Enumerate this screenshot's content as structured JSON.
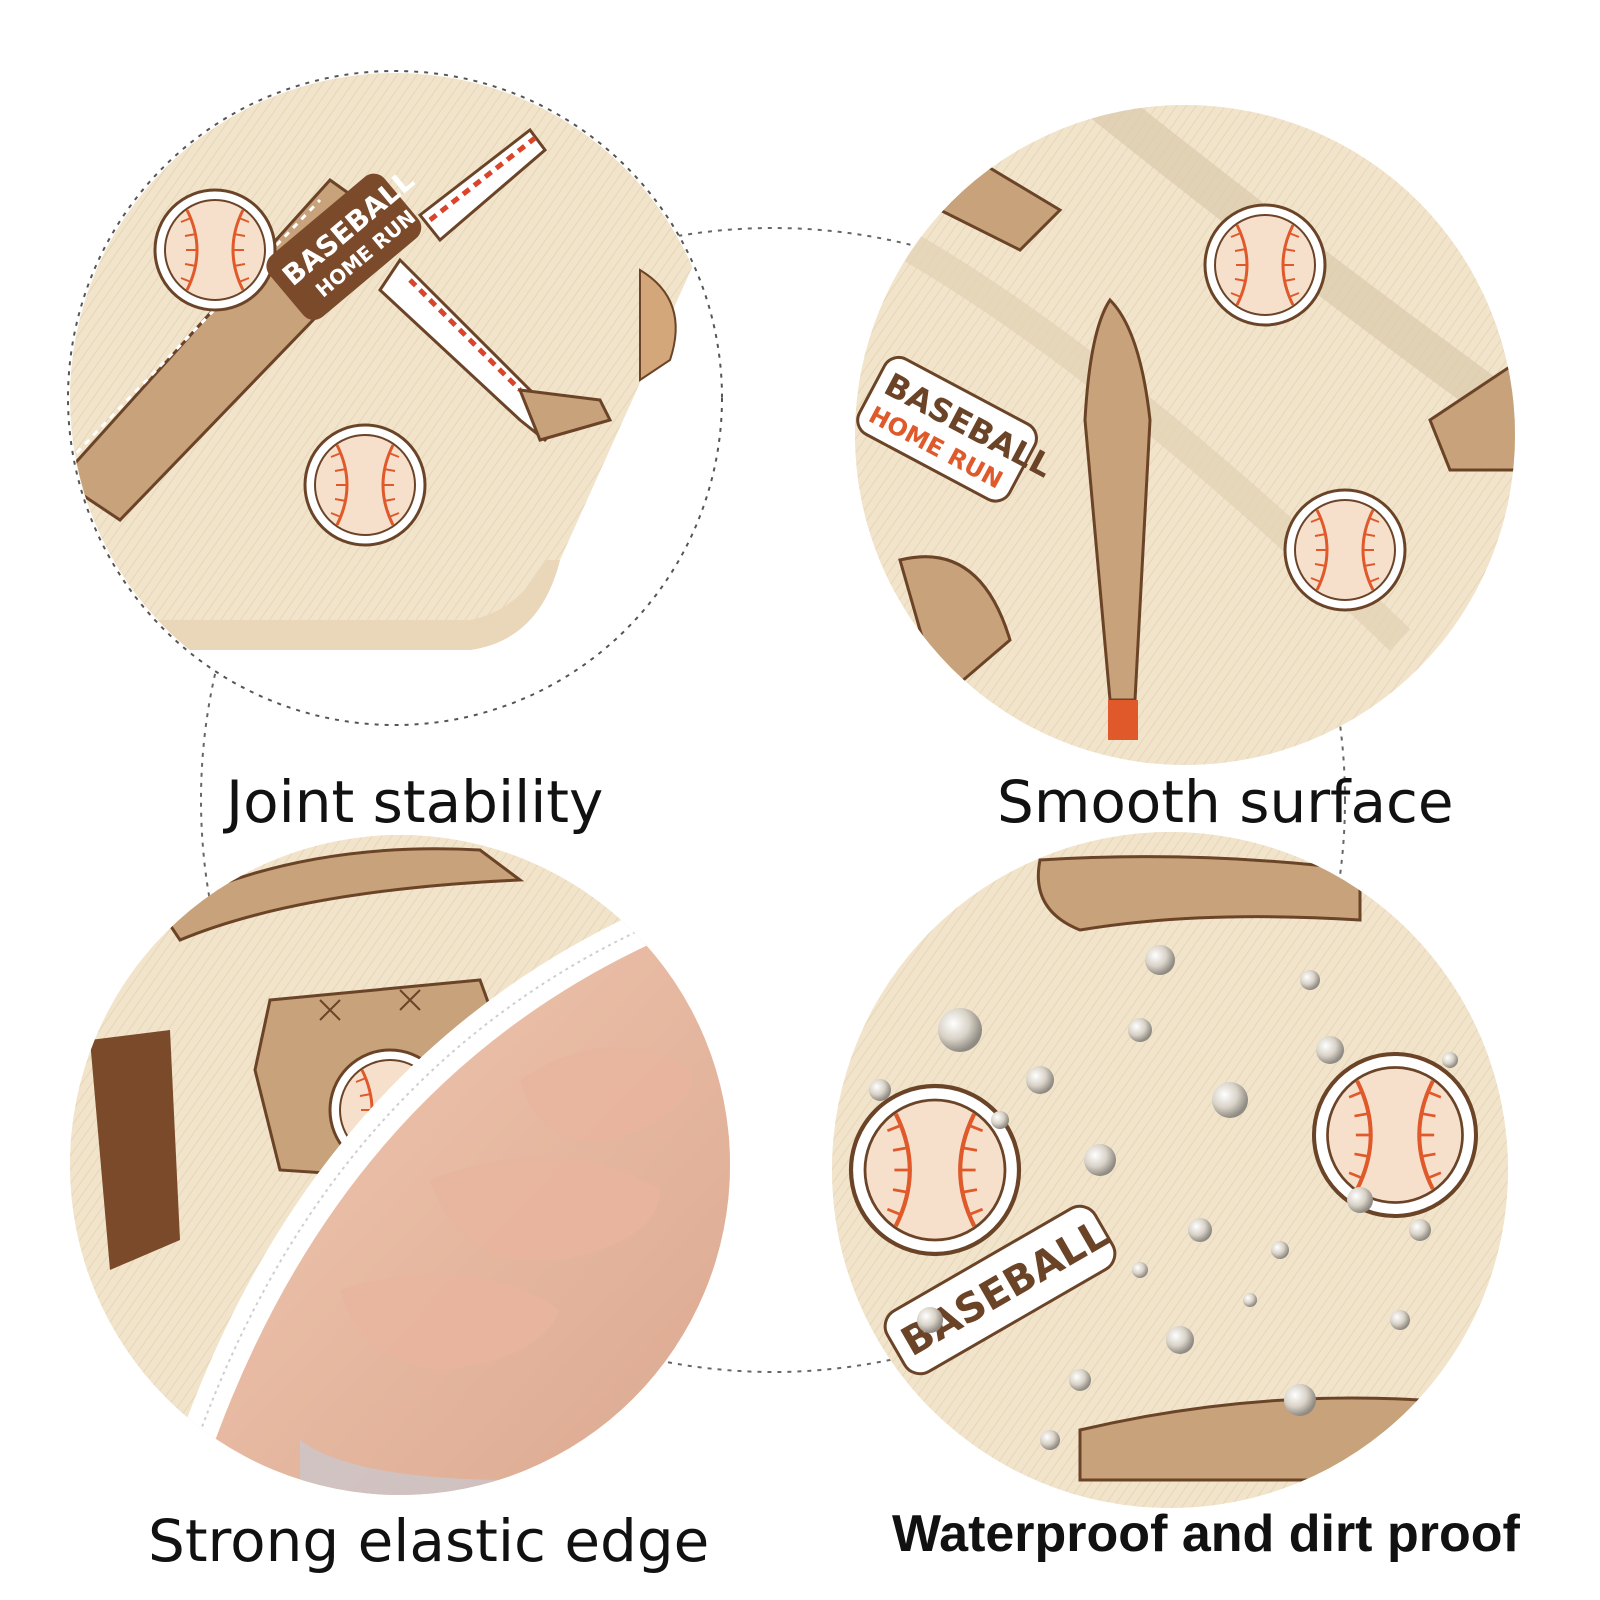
{
  "features": [
    {
      "label": "Joint stability",
      "icon": "mat-corner-closeup"
    },
    {
      "label": "Smooth surface",
      "icon": "folded-fabric-closeup"
    },
    {
      "label": "Strong elastic edge",
      "icon": "elastic-edge-hand-closeup"
    },
    {
      "label": "Waterproof and dirt proof",
      "icon": "water-droplets-closeup"
    }
  ],
  "print_text": {
    "word_main": "BASEBALL",
    "word_sub": "HOME RUN"
  },
  "colors": {
    "fabric": "#f1e4cb",
    "bat": "#c8a27a",
    "outline": "#6b4428",
    "stitch": "#e0592a",
    "dashed_ring": "#666666"
  }
}
